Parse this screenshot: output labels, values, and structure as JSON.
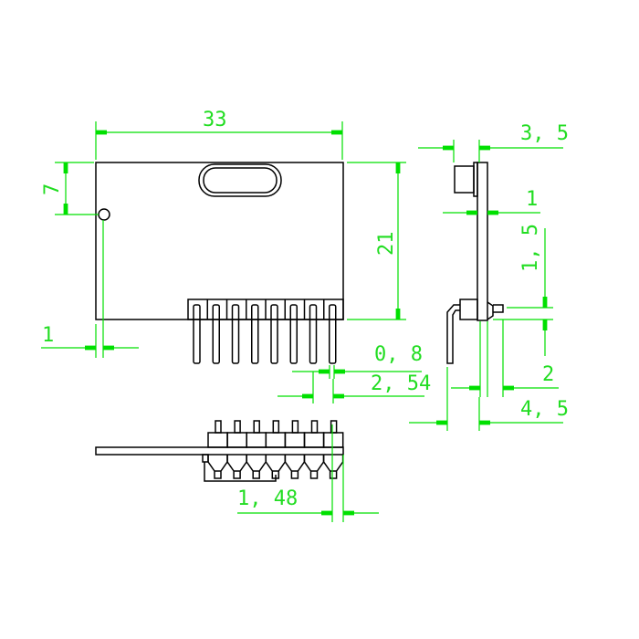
{
  "drawing": {
    "colors": {
      "outline": "#000000",
      "dimension": "#00e000"
    },
    "front_view": {
      "width_label": "33",
      "height_label": "21",
      "pin1_offset_label": "7",
      "pin1_x_label": "1",
      "pin_width_label": "0, 8",
      "pin_pitch_label": "2, 54",
      "pin_count": 8
    },
    "side_view": {
      "depth_label": "3, 5",
      "board_thickness_label": "1",
      "pin_height_label": "1, 5",
      "pin_offset_label": "2",
      "total_depth_label": "4, 5"
    },
    "bottom_view": {
      "pin_offset_label": "1, 48",
      "pin_count": 7
    }
  }
}
